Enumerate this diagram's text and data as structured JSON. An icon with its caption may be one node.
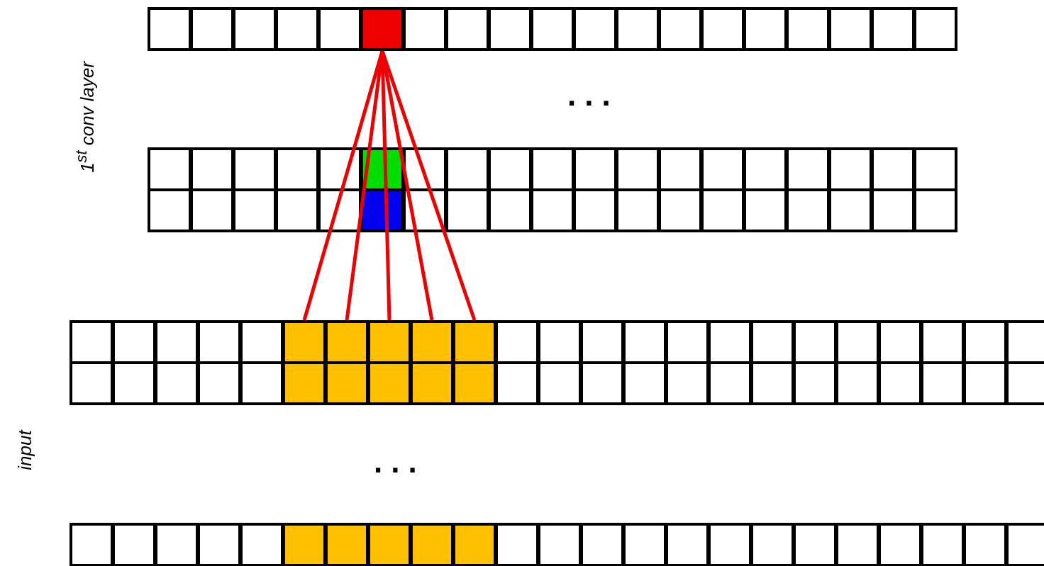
{
  "diagram": {
    "nodes": [
      {
        "text": [],
        "shape": "box"
      },
      {
        "text": [],
        "shape": "box"
      },
      {
        "text": [],
        "shape": "box"
      },
      {
        "text": [],
        "shape": "box"
      },
      {
        "text": [],
        "shape": "box"
      },
      {
        "text": [],
        "shape": "box"
      }
    ],
    "edges": [
      {
        "from": 0,
        "to": 1,
        "arrow": "none"
      },
      {
        "from": 0,
        "to": 2,
        "arrow": "none"
      },
      {
        "from": 0,
        "to": 3,
        "arrow": "none"
      },
      {
        "from": 0,
        "to": 4,
        "arrow": "none"
      },
      {
        "from": 0,
        "to": 5,
        "arrow": "none"
      }
    ],
    "labels": [
      "1$^{st}$ conv layer",
      "...",
      "input",
      "..."
    ]
  }
}
